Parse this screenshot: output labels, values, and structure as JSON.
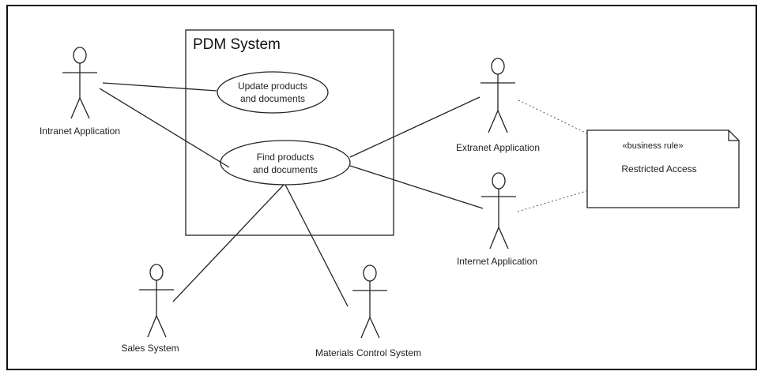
{
  "system": {
    "title": "PDM System"
  },
  "use_cases": {
    "update": [
      "Update products",
      "and documents"
    ],
    "find": [
      "Find products",
      "and documents"
    ]
  },
  "actors": {
    "intranet": "Intranet Application",
    "extranet": "Extranet Application",
    "internet": "Internet Application",
    "sales": "Sales System",
    "materials": "Materials Control System"
  },
  "note": {
    "stereotype": "«business rule»",
    "text": "Restricted Access"
  }
}
